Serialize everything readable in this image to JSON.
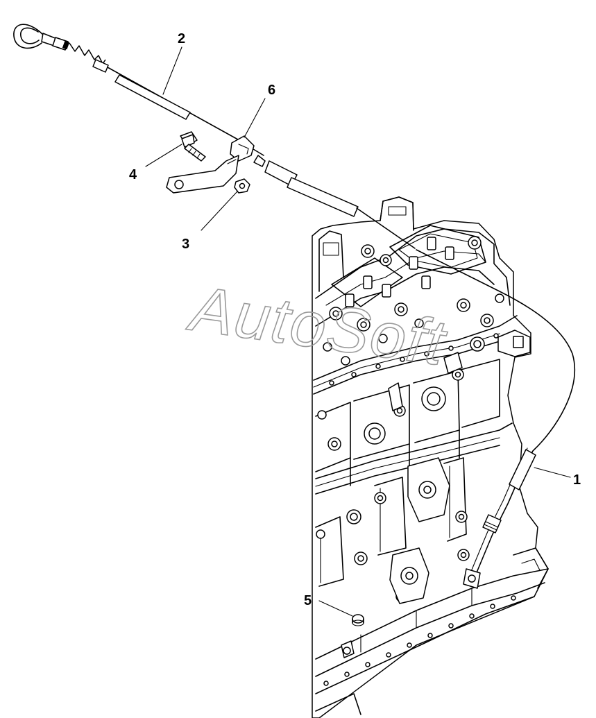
{
  "diagram": {
    "watermark": "AutoSoft",
    "callouts": [
      {
        "id": "1",
        "label": "1"
      },
      {
        "id": "2",
        "label": "2"
      },
      {
        "id": "3",
        "label": "3"
      },
      {
        "id": "4",
        "label": "4"
      },
      {
        "id": "5",
        "label": "5"
      },
      {
        "id": "6",
        "label": "6"
      }
    ],
    "parts": [
      {
        "callout": "1",
        "icon": "dipstick-tube-icon"
      },
      {
        "callout": "2",
        "icon": "dipstick-icon"
      },
      {
        "callout": "3",
        "icon": "nut-icon"
      },
      {
        "callout": "4",
        "icon": "bolt-icon"
      },
      {
        "callout": "5",
        "icon": "plug-icon"
      },
      {
        "callout": "6",
        "icon": "bracket-clamp-icon"
      }
    ]
  }
}
